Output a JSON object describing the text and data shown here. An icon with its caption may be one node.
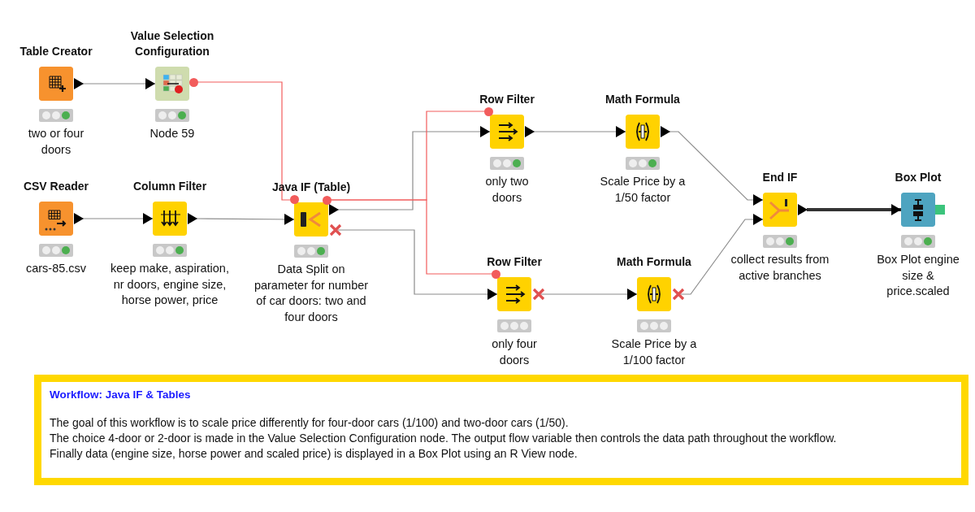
{
  "diagram": {
    "nodes": [
      {
        "text": [
          "Table Creator",
          "two or four doors"
        ]
      },
      {
        "text": [
          "Value Selection Configuration",
          "Node 59"
        ]
      },
      {
        "text": [
          "CSV Reader",
          "cars-85.csv"
        ]
      },
      {
        "text": [
          "Column Filter",
          "keep make, aspiration, nr doors, engine size, horse power, price"
        ]
      },
      {
        "text": [
          "Java IF (Table)",
          "Data Split on parameter for number of car doors: two and four doors"
        ]
      },
      {
        "text": [
          "Row Filter",
          "only two doors"
        ]
      },
      {
        "text": [
          "Math Formula",
          "Scale Price by a 1/50 factor"
        ]
      },
      {
        "text": [
          "Row Filter",
          "only four doors"
        ]
      },
      {
        "text": [
          "Math Formula",
          "Scale Price by a 1/100 factor"
        ]
      },
      {
        "text": [
          "End IF",
          "collect results from active branches"
        ]
      },
      {
        "text": [
          "Box Plot",
          "Box Plot engine size & price.scaled"
        ]
      },
      {
        "text": [
          "Workflow: Java IF & Tables",
          "The goal of this workflow is to scale price differently for four-door cars (1/100) and two-door cars (1/50).",
          "The choice 4-door or 2-door is made in the Value Selection Configuration node. The output flow variable then controls the data path throughout the workflow.",
          "Finally data (engine size, horse power and scaled price) is displayed in a Box Plot using an R View node."
        ]
      }
    ],
    "edges": [
      {
        "from": 0,
        "to": 1,
        "arrow": "to"
      },
      {
        "from": 1,
        "to": 4,
        "arrow": "none",
        "color": "#f25c5c"
      },
      {
        "from": 2,
        "to": 3,
        "arrow": "to"
      },
      {
        "from": 3,
        "to": 4,
        "arrow": "to"
      },
      {
        "from": 4,
        "to": 5,
        "arrow": "to"
      },
      {
        "from": 4,
        "to": 7,
        "arrow": "to"
      },
      {
        "from": 4,
        "to": 5,
        "arrow": "none",
        "color": "#f25c5c"
      },
      {
        "from": 4,
        "to": 7,
        "arrow": "none",
        "color": "#f25c5c"
      },
      {
        "from": 5,
        "to": 6,
        "arrow": "to"
      },
      {
        "from": 7,
        "to": 8,
        "arrow": "to"
      },
      {
        "from": 6,
        "to": 9,
        "arrow": "to"
      },
      {
        "from": 8,
        "to": 9,
        "arrow": "to"
      },
      {
        "from": 9,
        "to": 10,
        "arrow": "to",
        "style": "thick"
      }
    ]
  }
}
